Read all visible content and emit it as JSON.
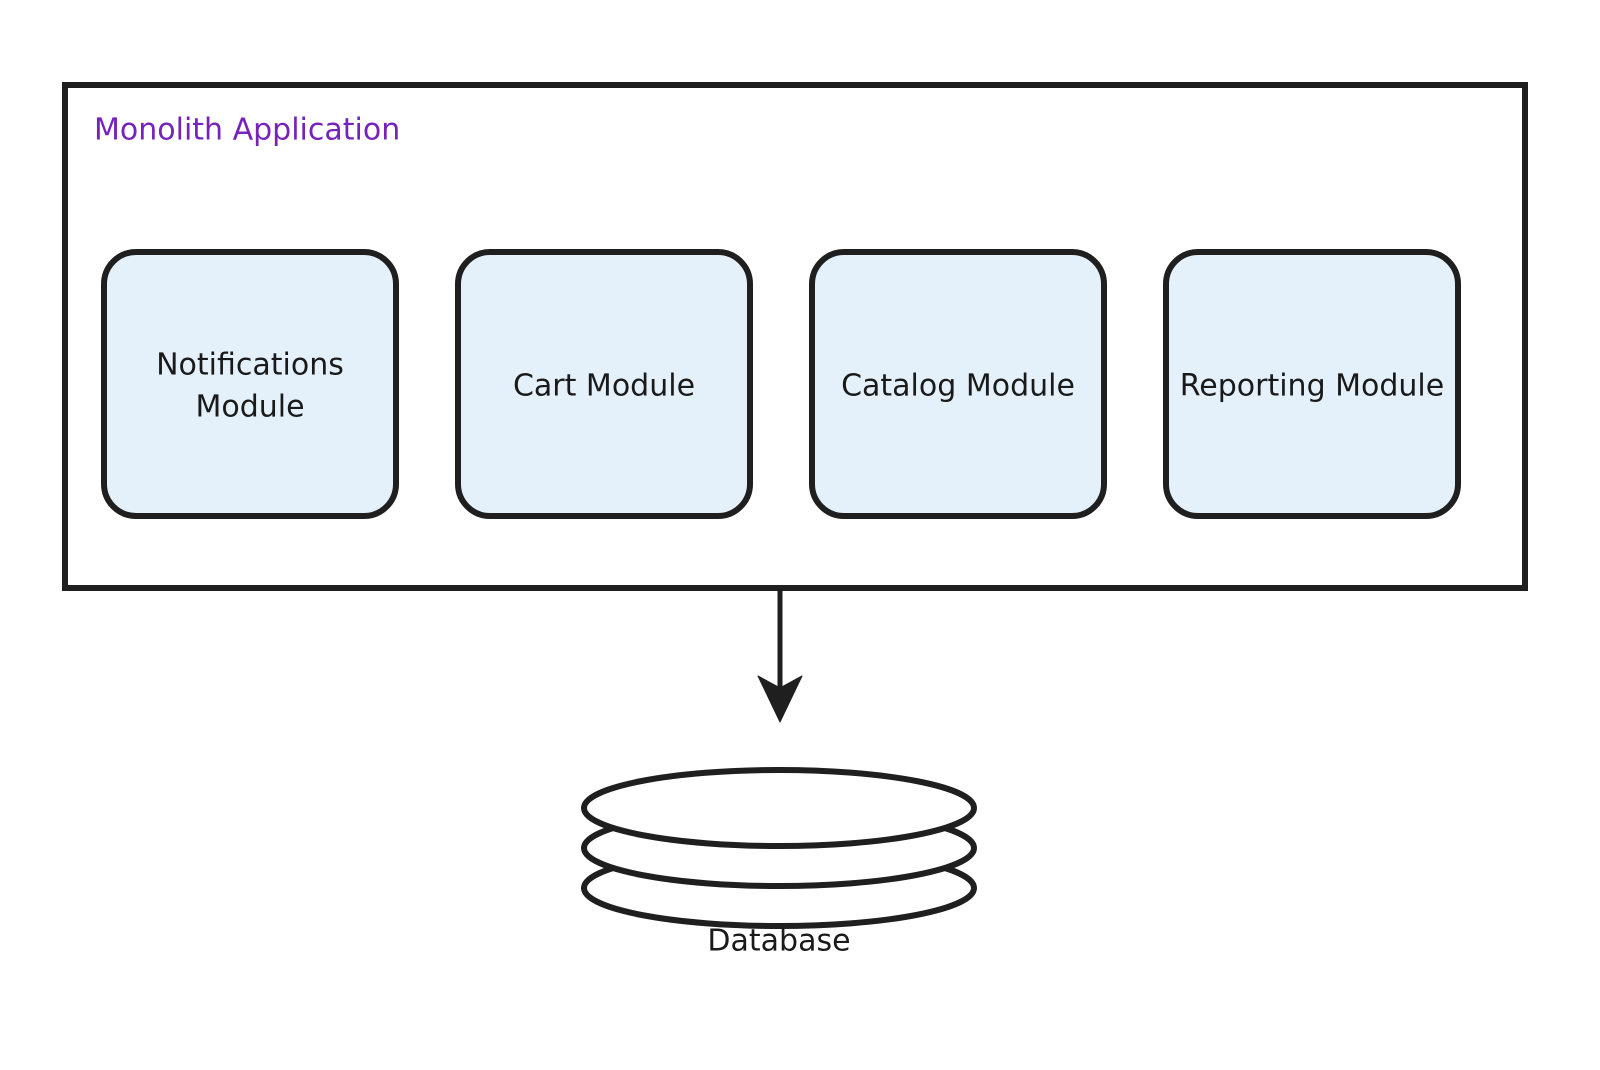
{
  "diagram": {
    "type": "architecture-diagram",
    "background_color": "#ffffff",
    "container": {
      "title": "Monolith Application",
      "title_color": "#7722bb",
      "fill_color": "#ffffff",
      "stroke_color": "#1f1f1f"
    },
    "modules": [
      {
        "label_line1": "Notifications",
        "label_line2": "Module",
        "fill_color": "#e4f1fb",
        "stroke_color": "#1f1f1f"
      },
      {
        "label_line1": "Cart Module",
        "label_line2": "",
        "fill_color": "#e4f1fb",
        "stroke_color": "#1f1f1f"
      },
      {
        "label_line1": "Catalog Module",
        "label_line2": "",
        "fill_color": "#e4f1fb",
        "stroke_color": "#1f1f1f"
      },
      {
        "label_line1": "Reporting Module",
        "label_line2": "",
        "fill_color": "#e4f1fb",
        "stroke_color": "#1f1f1f"
      }
    ],
    "datastore": {
      "label": "Database",
      "shape": "cylinder-stack",
      "fill_color": "#ffffff",
      "stroke_color": "#1f1f1f"
    },
    "edge": {
      "from": "Monolith Application",
      "to": "Database",
      "label": "",
      "arrowhead": "filled-triangle",
      "color": "#1f1f1f"
    }
  }
}
